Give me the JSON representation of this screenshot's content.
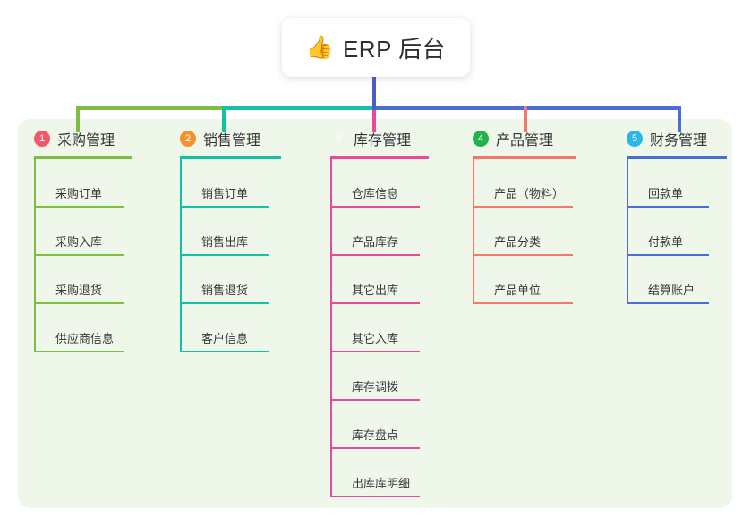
{
  "root": {
    "emoji": "👍",
    "emoji_name": "thumbs-up-icon",
    "title": "ERP 后台"
  },
  "theme": {
    "panel_bg": "#eef7e9",
    "page_bg": "#ffffff",
    "stem_color": "#4a5fc1",
    "text_color": "#333338"
  },
  "columns": [
    {
      "number": "1",
      "title": "采购管理",
      "line_color": "#7fbc42",
      "badge_color": "#f7566a",
      "items": [
        "采购订单",
        "采购入库",
        "采购退货",
        "供应商信息"
      ]
    },
    {
      "number": "2",
      "title": "销售管理",
      "line_color": "#16c0a5",
      "badge_color": "#f5912e",
      "items": [
        "销售订单",
        "销售出库",
        "销售退货",
        "客户信息"
      ]
    },
    {
      "number": "3",
      "title": "库存管理",
      "line_color": "#ec4899",
      "badge_color": "#f9b game",
      "items": [
        "仓库信息",
        "产品库存",
        "其它出库",
        "其它入库",
        "库存调拨",
        "库存盘点",
        "出库库明细"
      ]
    },
    {
      "number": "4",
      "title": "产品管理",
      "line_color": "#f5766a",
      "badge_color": "#22b24c",
      "items": [
        "产品（物料）",
        "产品分类",
        "产品单位"
      ]
    },
    {
      "number": "5",
      "title": "财务管理",
      "line_color": "#4a6fd4",
      "badge_color": "#29b6e8",
      "items": [
        "回款单",
        "付款单",
        "结算账户"
      ]
    }
  ]
}
